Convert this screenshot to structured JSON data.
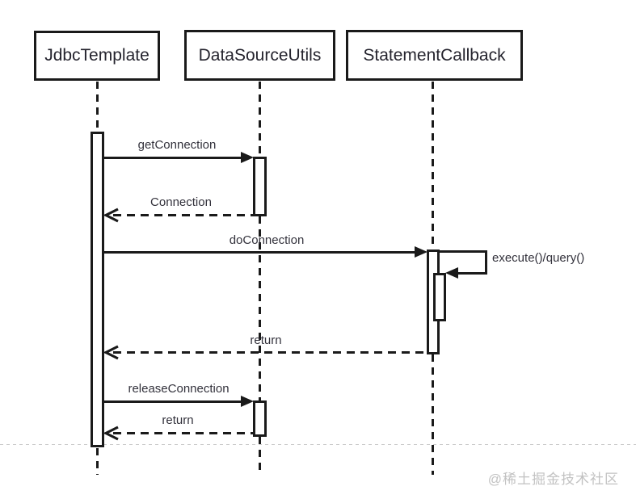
{
  "diagram": {
    "type": "uml-sequence",
    "participants": [
      {
        "name": "JdbcTemplate"
      },
      {
        "name": "DataSourceUtils"
      },
      {
        "name": "StatementCallback"
      }
    ],
    "messages": [
      {
        "label": "getConnection",
        "from": "JdbcTemplate",
        "to": "DataSourceUtils",
        "style": "solid"
      },
      {
        "label": "Connection",
        "from": "DataSourceUtils",
        "to": "JdbcTemplate",
        "style": "dashed-return"
      },
      {
        "label": "doConnection",
        "from": "JdbcTemplate",
        "to": "StatementCallback",
        "style": "solid"
      },
      {
        "label": "execute()/query()",
        "from": "StatementCallback",
        "to": "StatementCallback",
        "style": "self"
      },
      {
        "label": "return",
        "from": "StatementCallback",
        "to": "JdbcTemplate",
        "style": "dashed-return"
      },
      {
        "label": "releaseConnection",
        "from": "JdbcTemplate",
        "to": "DataSourceUtils",
        "style": "solid"
      },
      {
        "label": "return",
        "from": "DataSourceUtils",
        "to": "JdbcTemplate",
        "style": "dashed-return"
      }
    ],
    "colors": {
      "line": "#1a1a1a",
      "label_text": "#33323c",
      "watermark": "#c2c2c2",
      "background": "#ffffff"
    },
    "watermark": "@稀土掘金技术社区"
  }
}
